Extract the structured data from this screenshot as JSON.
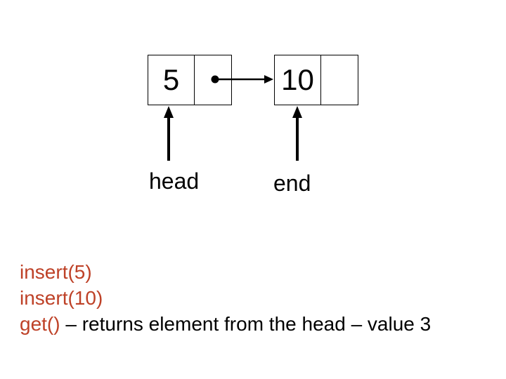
{
  "slide": {
    "background": "#ffffff",
    "kind": "linked-list-diagram"
  },
  "diagram": {
    "nodes": [
      {
        "value": "5",
        "pointer": "next-pointer-to-node-10"
      },
      {
        "value": "10",
        "pointer": "empty"
      }
    ],
    "labels": {
      "head": "head",
      "end": "end"
    }
  },
  "code_lines": {
    "line1": "insert(5)",
    "line2": "insert(10)",
    "line3_red": "get()",
    "line3_rest": " – returns element from the head – value 3"
  },
  "colors": {
    "accent_red": "#be4127",
    "ink": "#000000",
    "background": "#ffffff"
  }
}
